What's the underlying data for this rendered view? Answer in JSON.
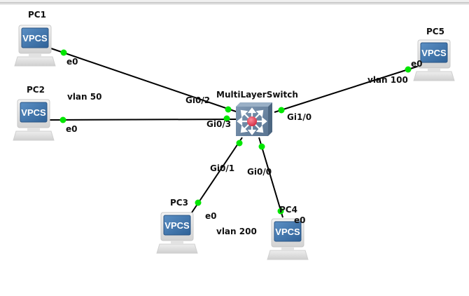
{
  "canvas": {
    "background": "#ffffff"
  },
  "colors": {
    "link": "#000000",
    "port_up": "#00e000",
    "screen_blue": "#3b74ad",
    "switch_body": "#6b86a3",
    "switch_center": "#e0405a"
  },
  "nodes": [
    {
      "id": "PC1",
      "name": "PC1",
      "type": "vpcs",
      "icon_text": "VPCS"
    },
    {
      "id": "PC2",
      "name": "PC2",
      "type": "vpcs",
      "icon_text": "VPCS"
    },
    {
      "id": "PC3",
      "name": "PC3",
      "type": "vpcs",
      "icon_text": "VPCS"
    },
    {
      "id": "PC4",
      "name": "PC4",
      "type": "vpcs",
      "icon_text": "VPCS"
    },
    {
      "id": "PC5",
      "name": "PC5",
      "type": "vpcs",
      "icon_text": "VPCS"
    },
    {
      "id": "SW",
      "name": "MultiLayerSwitch",
      "type": "multilayer-switch"
    }
  ],
  "links": [
    {
      "from": "PC1",
      "from_port": "e0",
      "to": "SW",
      "to_port": "Gi0/2"
    },
    {
      "from": "PC2",
      "from_port": "e0",
      "to": "SW",
      "to_port": "Gi0/3"
    },
    {
      "from": "PC3",
      "from_port": "e0",
      "to": "SW",
      "to_port": "Gi0/1"
    },
    {
      "from": "PC4",
      "from_port": "e0",
      "to": "SW",
      "to_port": "Gi0/0"
    },
    {
      "from": "PC5",
      "from_port": "e0",
      "to": "SW",
      "to_port": "Gi1/0"
    }
  ],
  "annotations": {
    "vlan50": "vlan 50",
    "vlan100": "vlan 100",
    "vlan200": "vlan 200"
  }
}
